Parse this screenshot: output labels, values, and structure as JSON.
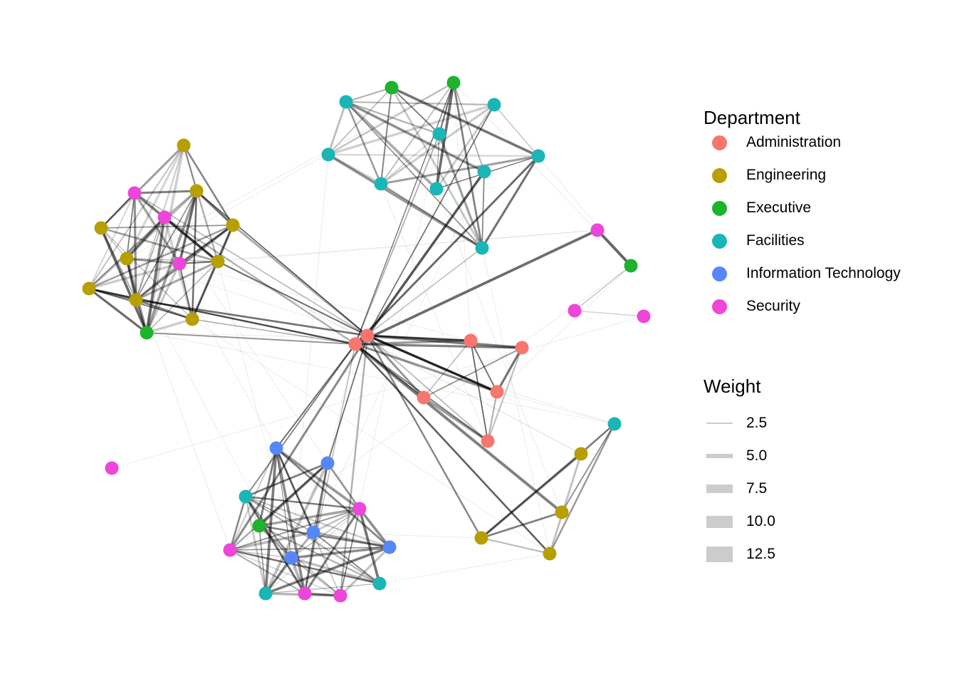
{
  "legend_department": {
    "title": "Department",
    "items": [
      {
        "label": "Administration",
        "color": "#F8766D"
      },
      {
        "label": "Engineering",
        "color": "#B79F00"
      },
      {
        "label": "Executive",
        "color": "#1DB32C"
      },
      {
        "label": "Facilities",
        "color": "#1AB6B6"
      },
      {
        "label": "Information Technology",
        "color": "#5587FB"
      },
      {
        "label": "Security",
        "color": "#EE45DB"
      }
    ]
  },
  "legend_weight": {
    "title": "Weight",
    "items": [
      {
        "label": "2.5",
        "value": 2.5
      },
      {
        "label": "5.0",
        "value": 5.0
      },
      {
        "label": "7.5",
        "value": 7.5
      },
      {
        "label": "10.0",
        "value": 10.0
      },
      {
        "label": "12.5",
        "value": 12.5
      }
    ]
  },
  "node_departments": [
    "Administration",
    "Administration",
    "Administration",
    "Administration",
    "Administration",
    "Administration",
    "Administration",
    "Facilities",
    "Facilities",
    "Facilities",
    "Facilities",
    "Facilities",
    "Facilities",
    "Facilities",
    "Facilities",
    "Facilities",
    "Facilities",
    "Facilities",
    "Facilities",
    "Facilities",
    "Executive",
    "Executive",
    "Executive",
    "Executive",
    "Executive",
    "Engineering",
    "Engineering",
    "Engineering",
    "Engineering",
    "Engineering",
    "Engineering",
    "Engineering",
    "Engineering",
    "Engineering",
    "Engineering",
    "Engineering",
    "Engineering",
    "Engineering",
    "Security",
    "Security",
    "Security",
    "Security",
    "Security",
    "Security",
    "Security",
    "Security",
    "Security",
    "Security",
    "Security",
    "Information Technology",
    "Information Technology",
    "Information Technology",
    "Information Technology",
    "Information Technology"
  ]
}
